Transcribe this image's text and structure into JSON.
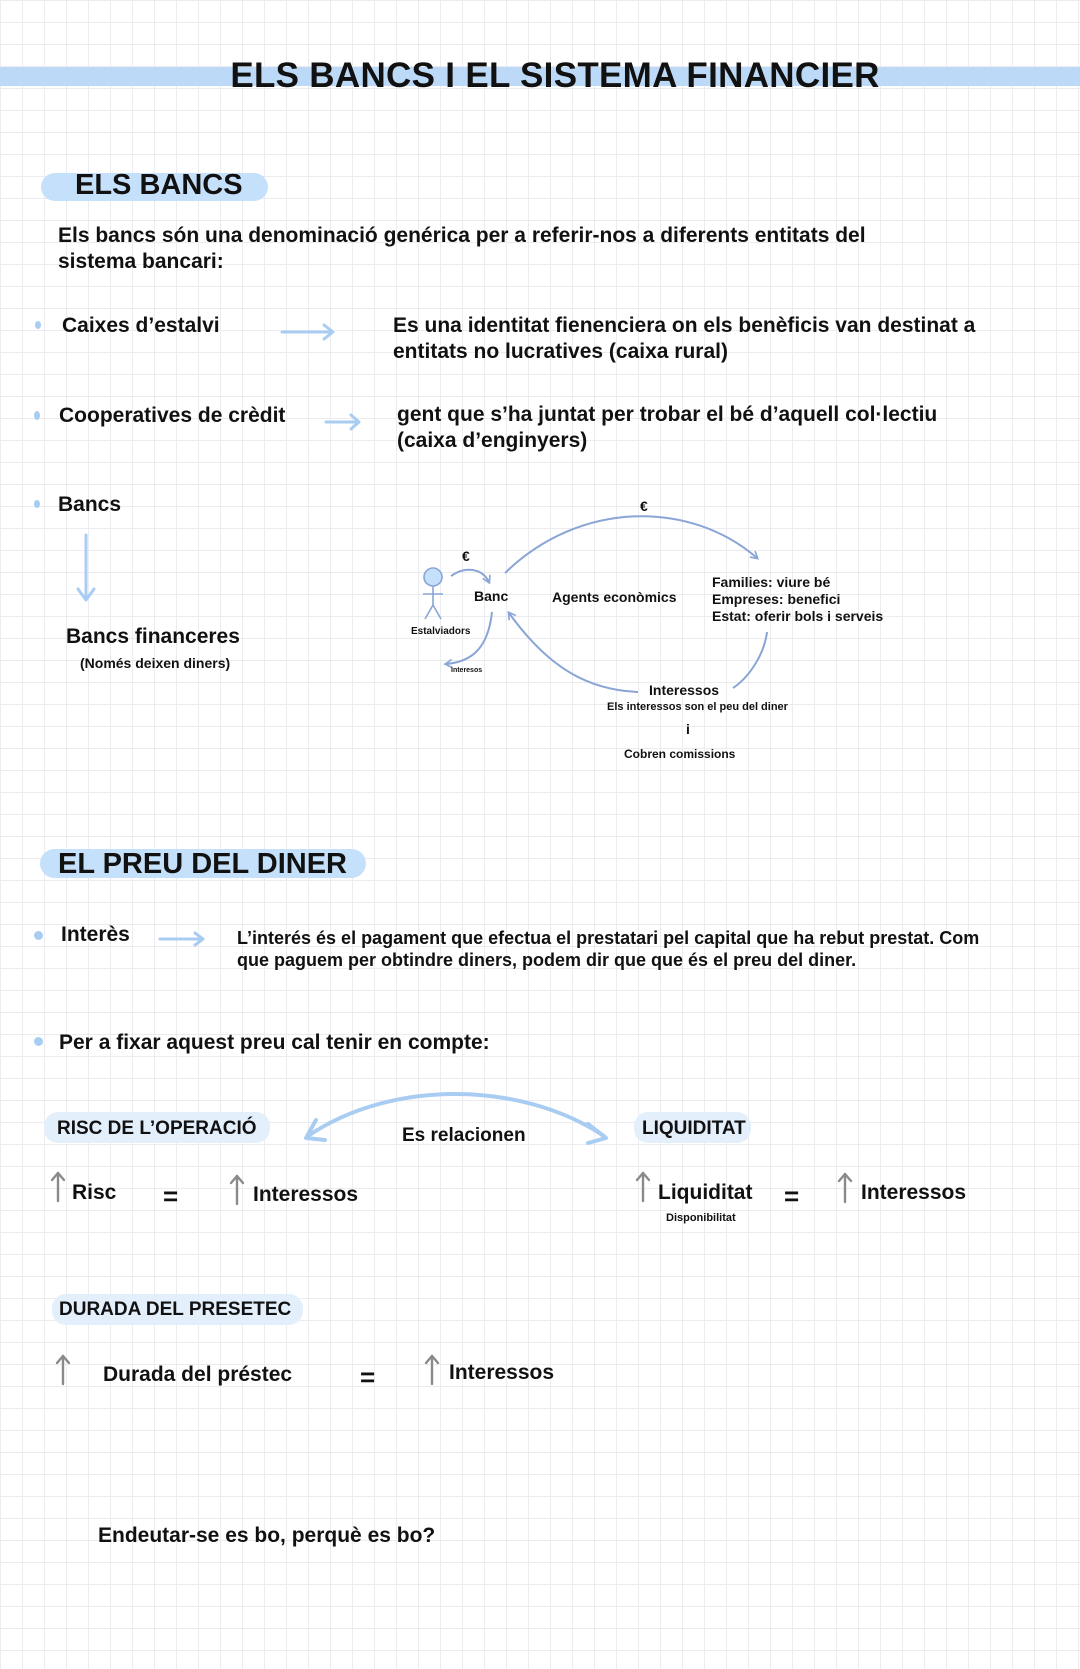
{
  "title": "ELS BANCS I EL SISTEMA FINANCIER",
  "section1": {
    "heading": "ELS BANCS",
    "intro_line1": "Els bancs són una denominació genérica per a referir-nos a diferents entitats del",
    "intro_line2": "sistema bancari:",
    "items": [
      {
        "term": "Caixes d’estalvi",
        "desc_line1": "Es una identitat fienenciera on els benèficis van destinat a",
        "desc_line2": "entitats no lucratives (caixa rural)"
      },
      {
        "term": "Cooperatives de crèdit",
        "desc_line1": "gent que s’ha juntat per trobar el bé d’aquell col·lectiu",
        "desc_line2": "(caixa d’enginyers)"
      }
    ],
    "bancs": "Bancs",
    "bancs_financeres": "Bancs financeres",
    "bancs_note": "(Només deixen diners)"
  },
  "diagram": {
    "euro_top": "€",
    "euro_left": "€",
    "banc": "Banc",
    "agents": "Agents econòmics",
    "families": "Families: viure bé",
    "empreses": "Empreses: benefici",
    "estat": "Estat: oferir bols i serveis",
    "estalviadors": "Estalviadors",
    "interesos_small": "Interesos",
    "interessos": "Interessos",
    "interessos_note": "Els interessos son el peu del diner",
    "i": "i",
    "comissions": "Cobren comissions"
  },
  "section2": {
    "heading": "EL PREU DEL DINER",
    "interes_term": "Interès",
    "interes_line1": "L’interés és el pagament que efectua el prestatari pel capital que ha rebut prestat. Com",
    "interes_line2": "que paguem per obtindre diners, podem dir que que és el preu del diner.",
    "fixar": "Per a fixar aquest preu cal tenir en compte:",
    "risc_heading": "RISC DE L’OPERACIÓ",
    "relacionen": "Es relacionen",
    "liquiditat_heading": "LIQUIDITAT",
    "risc": "Risc",
    "eq": "=",
    "interessos": "Interessos",
    "liquiditat": "Liquiditat",
    "disponibilitat": "Disponibilitat",
    "durada_heading": "DURADA DEL PRESETEC",
    "durada": "Durada del préstec",
    "question": "Endeutar-se es bo, perquè es bo?"
  },
  "colors": {
    "accent_blue": "#c5e0fa",
    "arrow_blue": "#a9cdf2",
    "diagram_blue": "#8aa5d6",
    "up_arrow_gray": "#8a8a8a"
  }
}
